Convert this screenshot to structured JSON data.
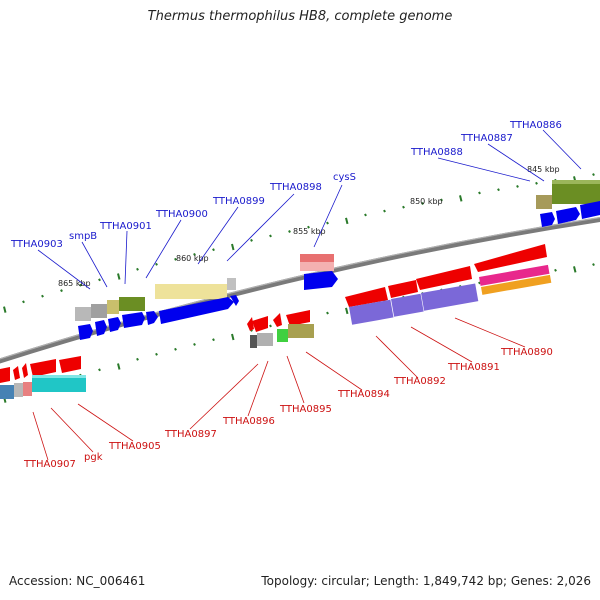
{
  "title": "Thermus thermophilus HB8, complete genome",
  "footer": {
    "accession": "Accession: NC_006461",
    "topology": "Topology: circular; Length: 1,849,742 bp; Genes: 2,026"
  },
  "colors": {
    "forward_label": "#1a1acc",
    "reverse_label": "#cc1111",
    "backbone": "#7a7a7a",
    "forward_gene": "#0000ee",
    "reverse_gene": "#ee0000",
    "tick": "#2a7a2a"
  },
  "scale_ticks": [
    {
      "label": "845 kbp"
    },
    {
      "label": "850 kbp"
    },
    {
      "label": "855 kbp"
    },
    {
      "label": "860 kbp"
    },
    {
      "label": "865 kbp"
    }
  ],
  "forward_labels": [
    {
      "text": "TTHA0886"
    },
    {
      "text": "TTHA0887"
    },
    {
      "text": "TTHA0888"
    },
    {
      "text": "cysS"
    },
    {
      "text": "TTHA0898"
    },
    {
      "text": "TTHA0899"
    },
    {
      "text": "TTHA0900"
    },
    {
      "text": "TTHA0901"
    },
    {
      "text": "smpB"
    },
    {
      "text": "TTHA0903"
    }
  ],
  "reverse_labels": [
    {
      "text": "TTHA0890"
    },
    {
      "text": "TTHA0891"
    },
    {
      "text": "TTHA0892"
    },
    {
      "text": "TTHA0894"
    },
    {
      "text": "TTHA0895"
    },
    {
      "text": "TTHA0896"
    },
    {
      "text": "TTHA0897"
    },
    {
      "text": "TTHA0905"
    },
    {
      "text": "pgk"
    },
    {
      "text": "TTHA0907"
    }
  ]
}
